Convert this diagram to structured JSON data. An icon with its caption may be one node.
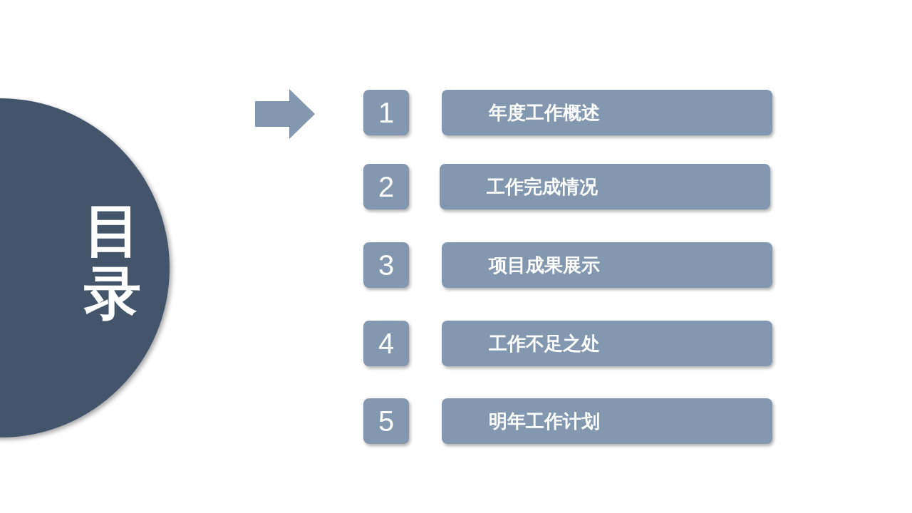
{
  "diagram": {
    "nodes": [
      {
        "text": [
          "目录"
        ]
      },
      {
        "text": [
          "1"
        ]
      },
      {
        "text": [
          "年度工作概述"
        ]
      },
      {
        "text": [
          "2"
        ]
      },
      {
        "text": [
          "工作完成情况"
        ]
      },
      {
        "text": [
          "3"
        ]
      },
      {
        "text": [
          "项目成果展示"
        ]
      },
      {
        "text": [
          "4"
        ]
      },
      {
        "text": [
          "工作不足之处"
        ]
      },
      {
        "text": [
          "5"
        ]
      },
      {
        "text": [
          "明年工作计划"
        ]
      }
    ]
  }
}
